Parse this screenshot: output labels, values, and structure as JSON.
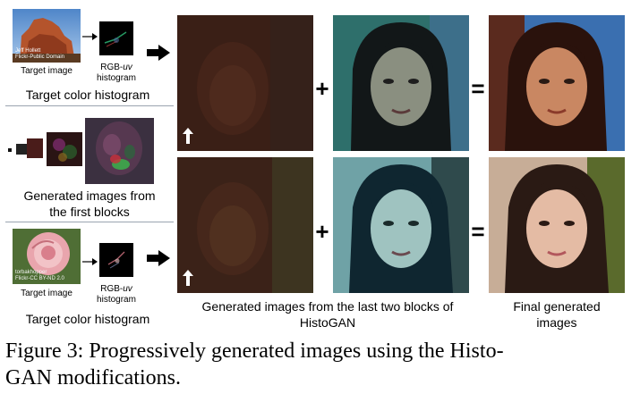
{
  "top_row": {
    "photo_credit_line1": "Jeff Hollett",
    "photo_credit_line2": "Flickr-Public Domain",
    "target_image_label": "Target image",
    "histogram_label_prefix": "RGB-",
    "histogram_label_italic": "uv",
    "histogram_label_suffix": "histogram",
    "section_label": "Target color histogram"
  },
  "middle_row": {
    "label_line1": "Generated images from",
    "label_line2": "the first blocks"
  },
  "bottom_row": {
    "photo_credit_line1": "torbakhopper",
    "photo_credit_line2": "Flickr-CC BY-ND 2.0",
    "target_image_label": "Target image",
    "histogram_label_prefix": "RGB-",
    "histogram_label_italic": "uv",
    "histogram_label_suffix": "histogram",
    "section_label": "Target color histogram"
  },
  "operators": {
    "plus": "+",
    "equals": "="
  },
  "column_labels": {
    "generated_line1": "Generated images from the last two blocks of",
    "generated_line2": "HistoGAN",
    "final_line1": "Final generated",
    "final_line2": "images"
  },
  "caption": {
    "line1": "Figure 3: Progressively generated images using the Histo-",
    "line2": "GAN modifications."
  }
}
